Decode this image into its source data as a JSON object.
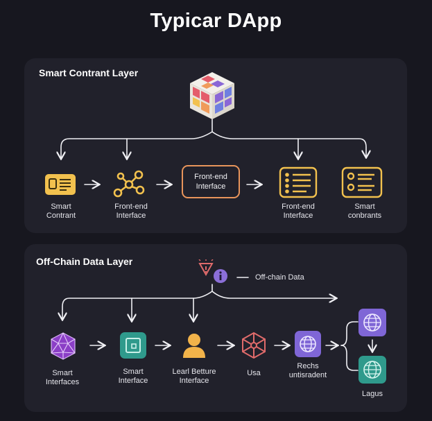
{
  "title": "Typicar DApp",
  "top_layer": {
    "title": "Smart Contrant Layer",
    "nodes": [
      {
        "icon": "contract-card-icon",
        "label_line1": "Smart",
        "label_line2": "Contrant"
      },
      {
        "icon": "network-nodes-icon",
        "label_line1": "Front-end",
        "label_line2": "Interface"
      },
      {
        "icon": "front-end-box",
        "label_line1": "Front-end",
        "label_line2": "Interface"
      },
      {
        "icon": "list-panel-icon",
        "label_line1": "Front-end",
        "label_line2": "Interface"
      },
      {
        "icon": "contract-list-icon",
        "label_line1": "Smart",
        "label_line2": "conbrants"
      }
    ]
  },
  "bottom_layer": {
    "title": "Off-Chain Data Layer",
    "source_label": "Off-chain Data",
    "nodes": [
      {
        "icon": "polyhedron-icon",
        "label_line1": "Smart",
        "label_line2": "Interfaces"
      },
      {
        "icon": "chip-icon",
        "label_line1": "Smart",
        "label_line2": "Interface"
      },
      {
        "icon": "user-icon",
        "label_line1": "Learl Betture",
        "label_line2": "Interface"
      },
      {
        "icon": "hexagon-network-icon",
        "label_line1": "Usa",
        "label_line2": ""
      },
      {
        "icon": "globe-icon",
        "label_line1": "Rechs",
        "label_line2": "untisradent"
      },
      {
        "icon": "globe-stack-icon",
        "label_line1": "Lagus",
        "label_line2": ""
      }
    ]
  },
  "colors": {
    "background": "#17171f",
    "panel": "#21212b",
    "accent_yellow": "#f2c14e",
    "accent_orange": "#e9955b",
    "accent_purple": "#8b6fd8",
    "accent_teal": "#3aa99a",
    "accent_red": "#e06b6b"
  }
}
